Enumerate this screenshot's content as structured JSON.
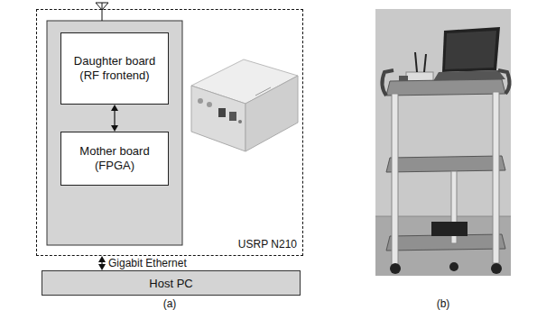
{
  "diagram": {
    "nodes": [
      {
        "text": [
          "USRP N210"
        ]
      },
      {
        "text": [
          "Daughter board (RF frontend)"
        ],
        "in": 0
      },
      {
        "text": [
          "Mother board (FPGA)"
        ],
        "in": 0
      },
      {
        "text": [
          "Host PC"
        ]
      }
    ],
    "edges": [
      {
        "from": 1,
        "to": 2,
        "arrow": "both"
      },
      {
        "from": 0,
        "to": 3,
        "label": "Gigabit Ethernet",
        "arrow": "both"
      }
    ],
    "labels": [
      "(a)",
      "(b)"
    ]
  }
}
